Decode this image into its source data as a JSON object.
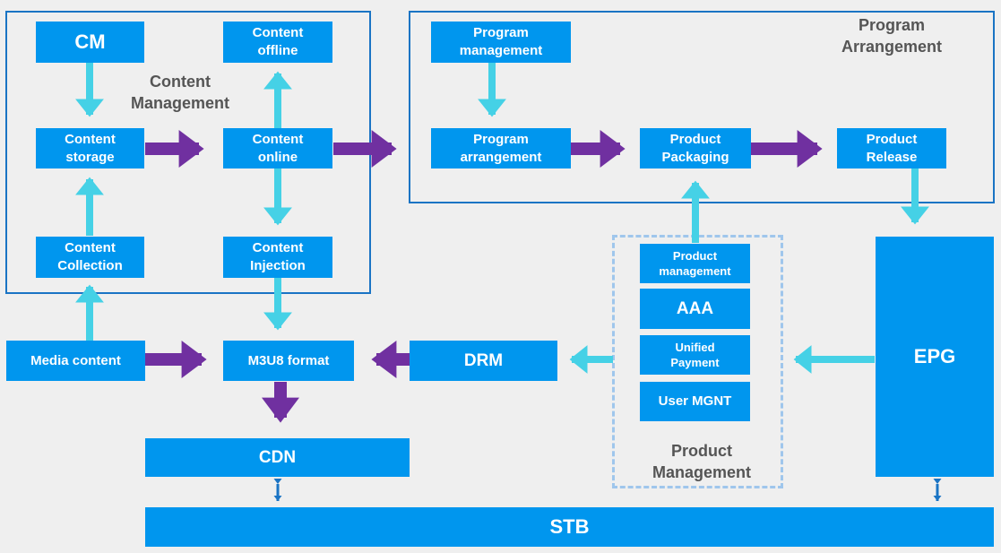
{
  "groups": {
    "content_management": "Content\nManagement",
    "program_arrangement": "Program\nArrangement",
    "product_management": "Product\nManagement"
  },
  "nodes": {
    "cm": "CM",
    "content_offline": "Content\noffline",
    "content_storage": "Content\nstorage",
    "content_online": "Content\nonline",
    "content_collection": "Content\nCollection",
    "content_injection": "Content\nInjection",
    "media_content": "Media content",
    "m3u8_format": "M3U8 format",
    "drm": "DRM",
    "cdn": "CDN",
    "stb": "STB",
    "epg": "EPG",
    "program_management": "Program\nmanagement",
    "program_arrangement": "Program\narrangement",
    "product_packaging": "Product\nPackaging",
    "product_release": "Product\nRelease",
    "product_management": "Product\nmanagement",
    "aaa": "AAA",
    "unified_payment": "Unified\nPayment",
    "user_mgnt": "User MGNT"
  },
  "colors": {
    "box": "#0096ee",
    "purple_arrow": "#7030a0",
    "cyan_arrow": "#45d1e6",
    "frame": "#1a74c4",
    "dashed": "#9fc6ec",
    "double_arrow": "#1a74c4"
  }
}
